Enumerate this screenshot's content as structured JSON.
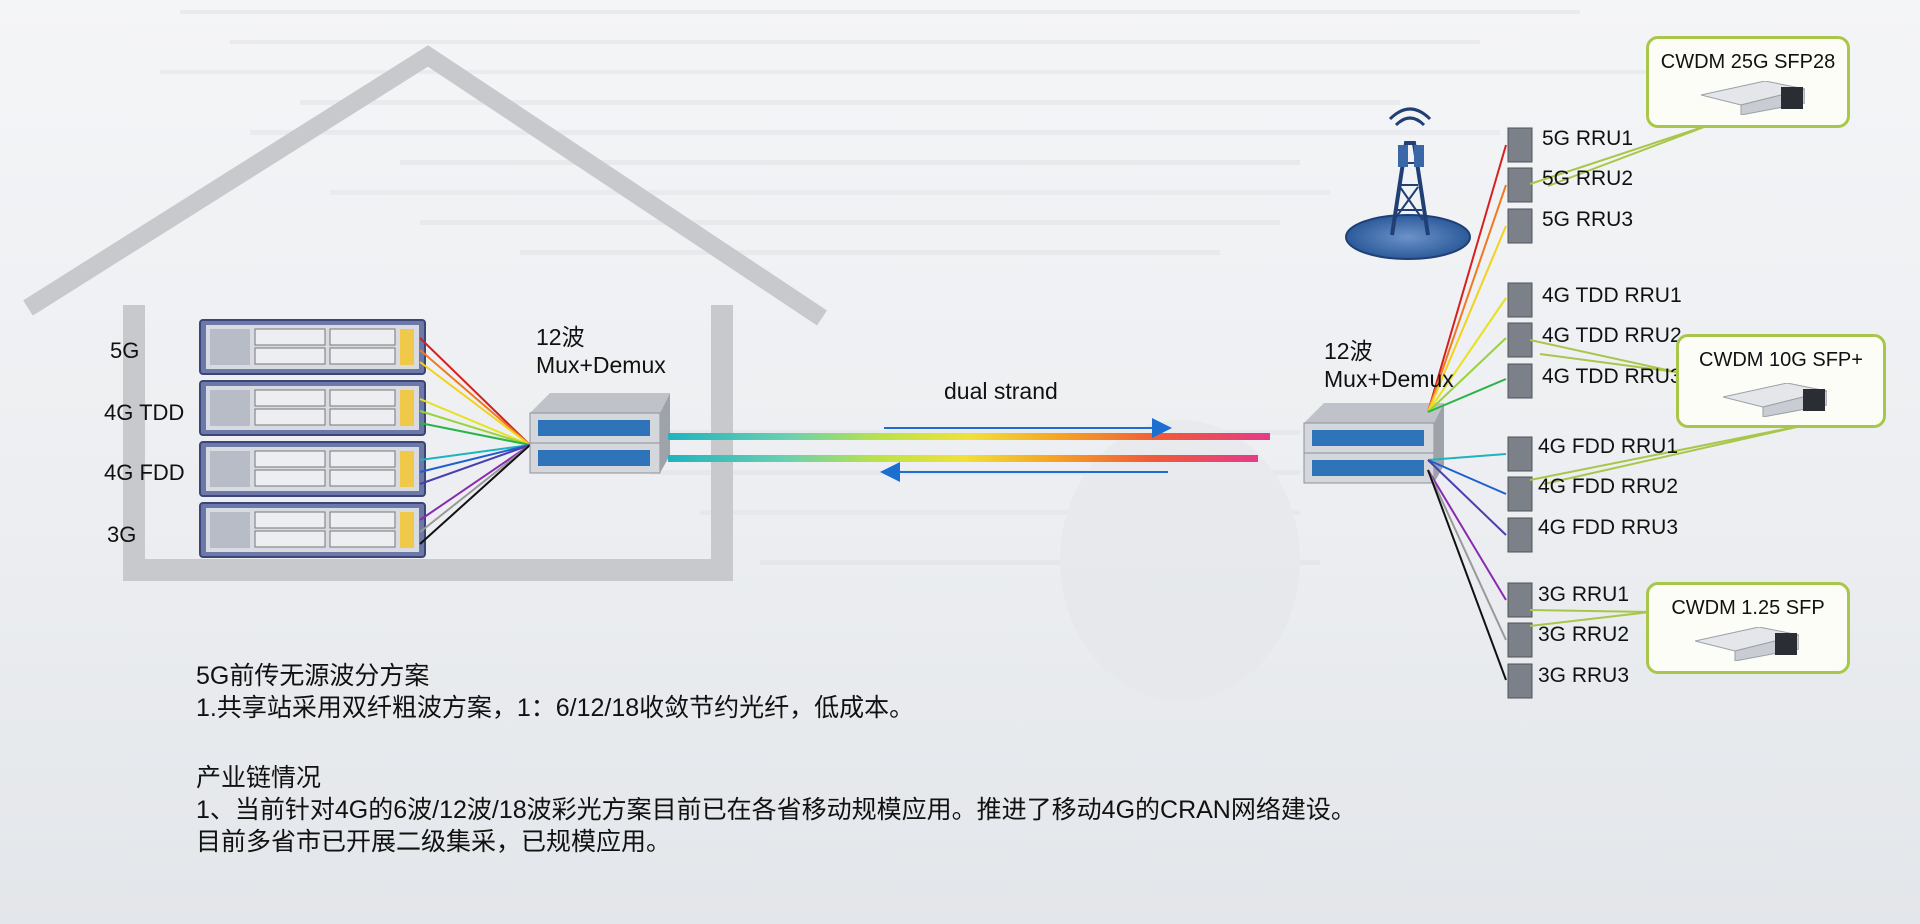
{
  "house": {
    "services": [
      "5G",
      "4G TDD",
      "4G FDD",
      "3G"
    ]
  },
  "left_mux": {
    "line1": "12波",
    "line2": "Mux+Demux"
  },
  "right_mux": {
    "line1": "12波",
    "line2": "Mux+Demux"
  },
  "link": {
    "label": "dual strand"
  },
  "rrus": [
    "5G RRU1",
    "5G RRU2",
    "5G RRU3",
    "4G TDD RRU1",
    "4G TDD RRU2",
    "4G TDD RRU3",
    "4G FDD RRU1",
    "4G FDD RRU2",
    "4G FDD RRU3",
    "3G RRU1",
    "3G RRU2",
    "3G RRU3"
  ],
  "modules": [
    {
      "label": "CWDM 25G SFP28"
    },
    {
      "label": "CWDM 10G SFP+"
    },
    {
      "label": "CWDM 1.25 SFP"
    }
  ],
  "solution": {
    "title": "5G前传无源波分方案",
    "point1": "1.共享站采用双纤粗波方案，1：6/12/18收敛节约光纤，低成本。"
  },
  "industry": {
    "title": "产业链情况",
    "line1": "1、当前针对4G的6波/12波/18波彩光方案目前已在各省移动规模应用。推进了移动4G的CRAN网络建设。",
    "line2": "目前多省市已开展二级集采，已规模应用。"
  },
  "colors": {
    "callout_border": "#a8c64a",
    "arrow": "#1a6fd0",
    "fiber_cyan": "#1fb3c0",
    "fiber_magenta": "#e43b8a"
  }
}
